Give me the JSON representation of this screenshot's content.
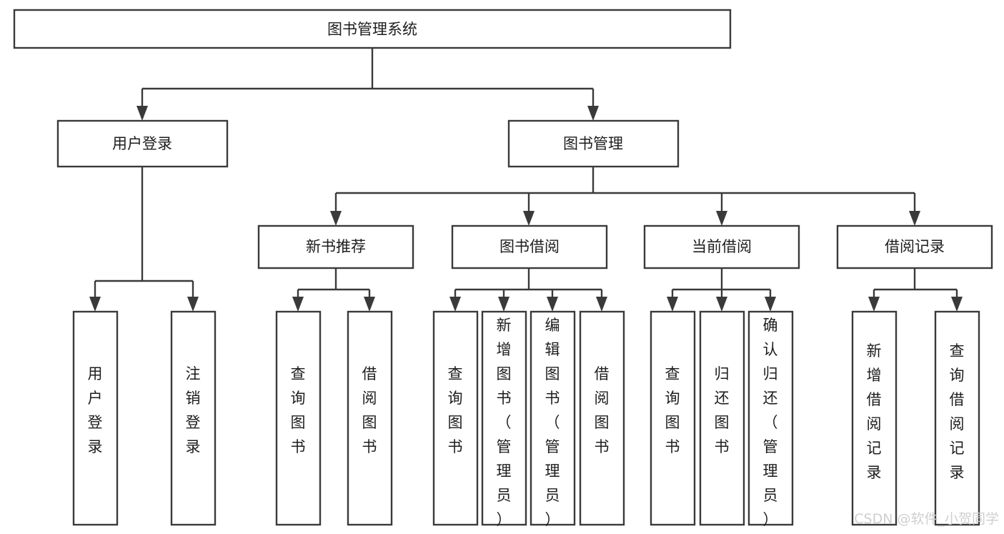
{
  "diagram": {
    "title": "图书管理系统",
    "root": {
      "id": "root",
      "label": "图书管理系统"
    },
    "level2": [
      {
        "id": "user-login",
        "label": "用户登录"
      },
      {
        "id": "book-management",
        "label": "图书管理"
      }
    ],
    "level3": [
      {
        "id": "new-book-recommend",
        "label": "新书推荐"
      },
      {
        "id": "book-borrow",
        "label": "图书借阅"
      },
      {
        "id": "current-borrow",
        "label": "当前借阅"
      },
      {
        "id": "borrow-record",
        "label": "借阅记录"
      }
    ],
    "leaves": {
      "user_login": [
        {
          "id": "leaf-user-login",
          "label": "用户登录"
        },
        {
          "id": "leaf-user-logout",
          "label": "注销登录"
        }
      ],
      "new_book_recommend": [
        {
          "id": "leaf-query-book-1",
          "label": "查询图书"
        },
        {
          "id": "leaf-borrow-book-1",
          "label": "借阅图书"
        }
      ],
      "book_borrow": [
        {
          "id": "leaf-query-book-2",
          "label": "查询图书"
        },
        {
          "id": "leaf-add-book",
          "label": "新增图书（管理员）"
        },
        {
          "id": "leaf-edit-book",
          "label": "编辑图书（管理员）"
        },
        {
          "id": "leaf-borrow-book-2",
          "label": "借阅图书"
        }
      ],
      "current_borrow": [
        {
          "id": "leaf-query-book-3",
          "label": "查询图书"
        },
        {
          "id": "leaf-return-book",
          "label": "归还图书"
        },
        {
          "id": "leaf-confirm-return",
          "label": "确认归还（管理员）"
        }
      ],
      "borrow_record": [
        {
          "id": "leaf-add-record",
          "label": "新增借阅记录"
        },
        {
          "id": "leaf-query-record",
          "label": "查询借阅记录"
        }
      ]
    }
  },
  "watermark": {
    "text": "CSDN @软件_小贺同学"
  },
  "colors": {
    "box_stroke": "#3a3a3a",
    "box_fill": "#ffffff",
    "text": "#1d1d1d",
    "watermark": "#cfcfcf",
    "background": "#ffffff"
  }
}
